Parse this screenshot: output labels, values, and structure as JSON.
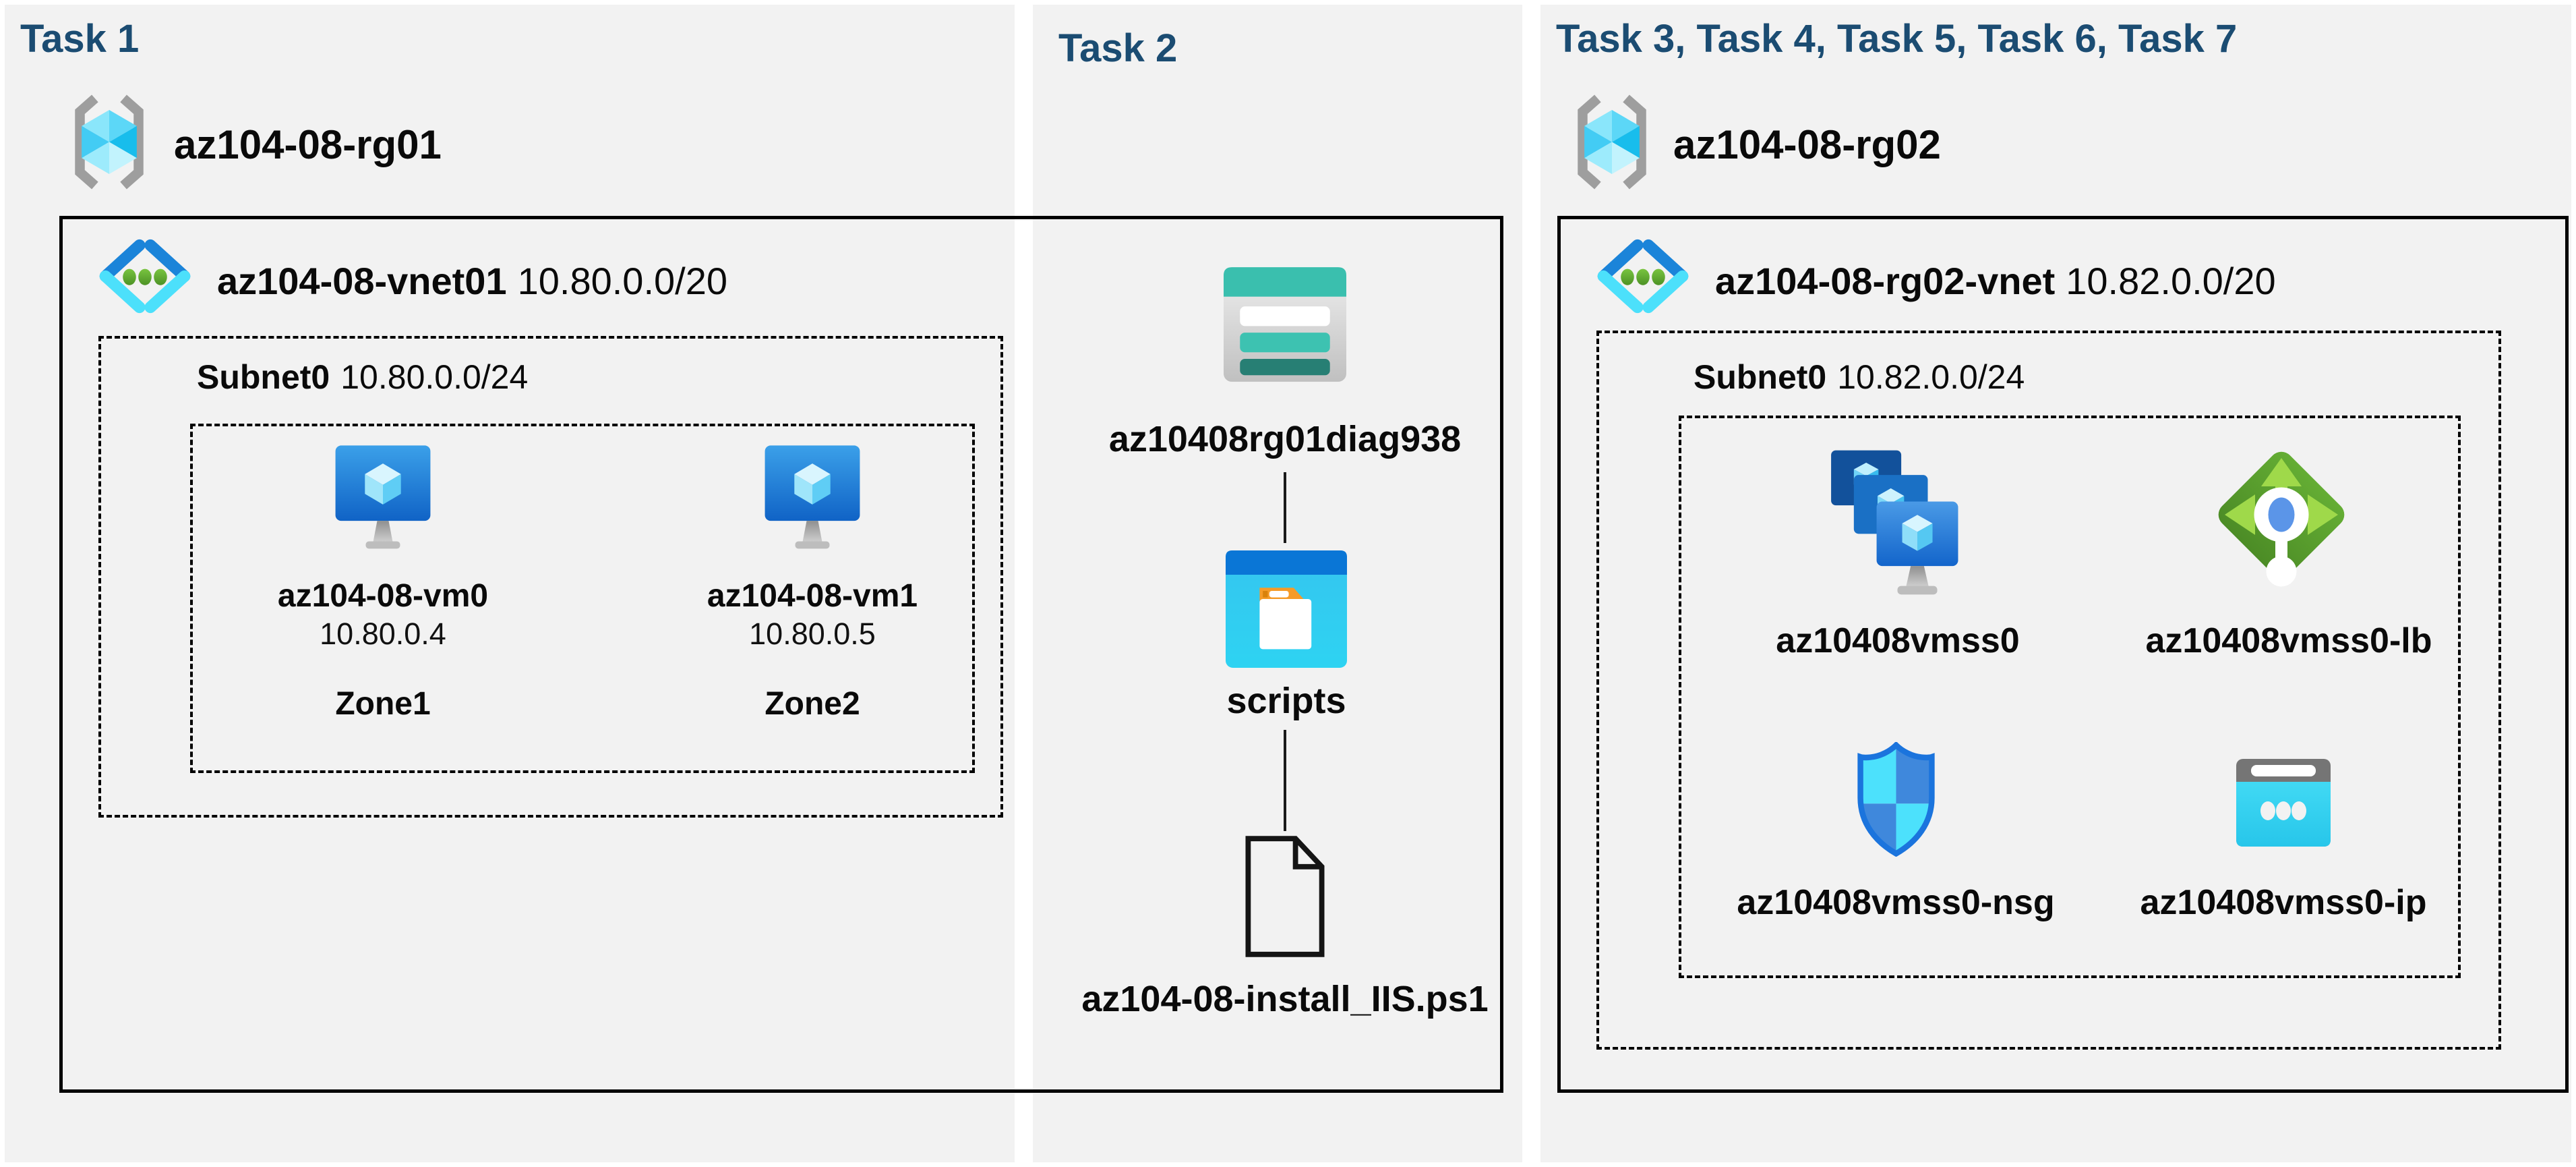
{
  "colors": {
    "task_header_navy": "#1b4c72",
    "panel_background": "#f2f2f2",
    "azure_blue": "#0a76d6",
    "cyan_accent": "#4ce0fb",
    "storage_teal": "#3abfae",
    "loadbalancer_green": "#5ba02f",
    "folder_orange": "#f59b28"
  },
  "task1": {
    "header": "Task 1",
    "resource_group": "az104-08-rg01",
    "vnet_name": "az104-08-vnet01",
    "vnet_cidr": "10.80.0.0/20",
    "subnet_name": "Subnet0",
    "subnet_cidr": "10.80.0.0/24",
    "vms": [
      {
        "name": "az104-08-vm0",
        "ip": "10.80.0.4",
        "zone": "Zone1"
      },
      {
        "name": "az104-08-vm1",
        "ip": "10.80.0.5",
        "zone": "Zone2"
      }
    ]
  },
  "task2": {
    "header": "Task 2",
    "storage_account": "az10408rg01diag938",
    "container": "scripts",
    "script_file": "az104-08-install_IIS.ps1"
  },
  "task3": {
    "header": "Task 3, Task 4, Task 5, Task 6, Task 7",
    "resource_group": "az104-08-rg02",
    "vnet_name": "az104-08-rg02-vnet",
    "vnet_cidr": "10.82.0.0/20",
    "subnet_name": "Subnet0",
    "subnet_cidr": "10.82.0.0/24",
    "resources": {
      "vmss": "az10408vmss0",
      "load_balancer": "az10408vmss0-lb",
      "nsg": "az10408vmss0-nsg",
      "public_ip": "az10408vmss0-ip"
    }
  }
}
